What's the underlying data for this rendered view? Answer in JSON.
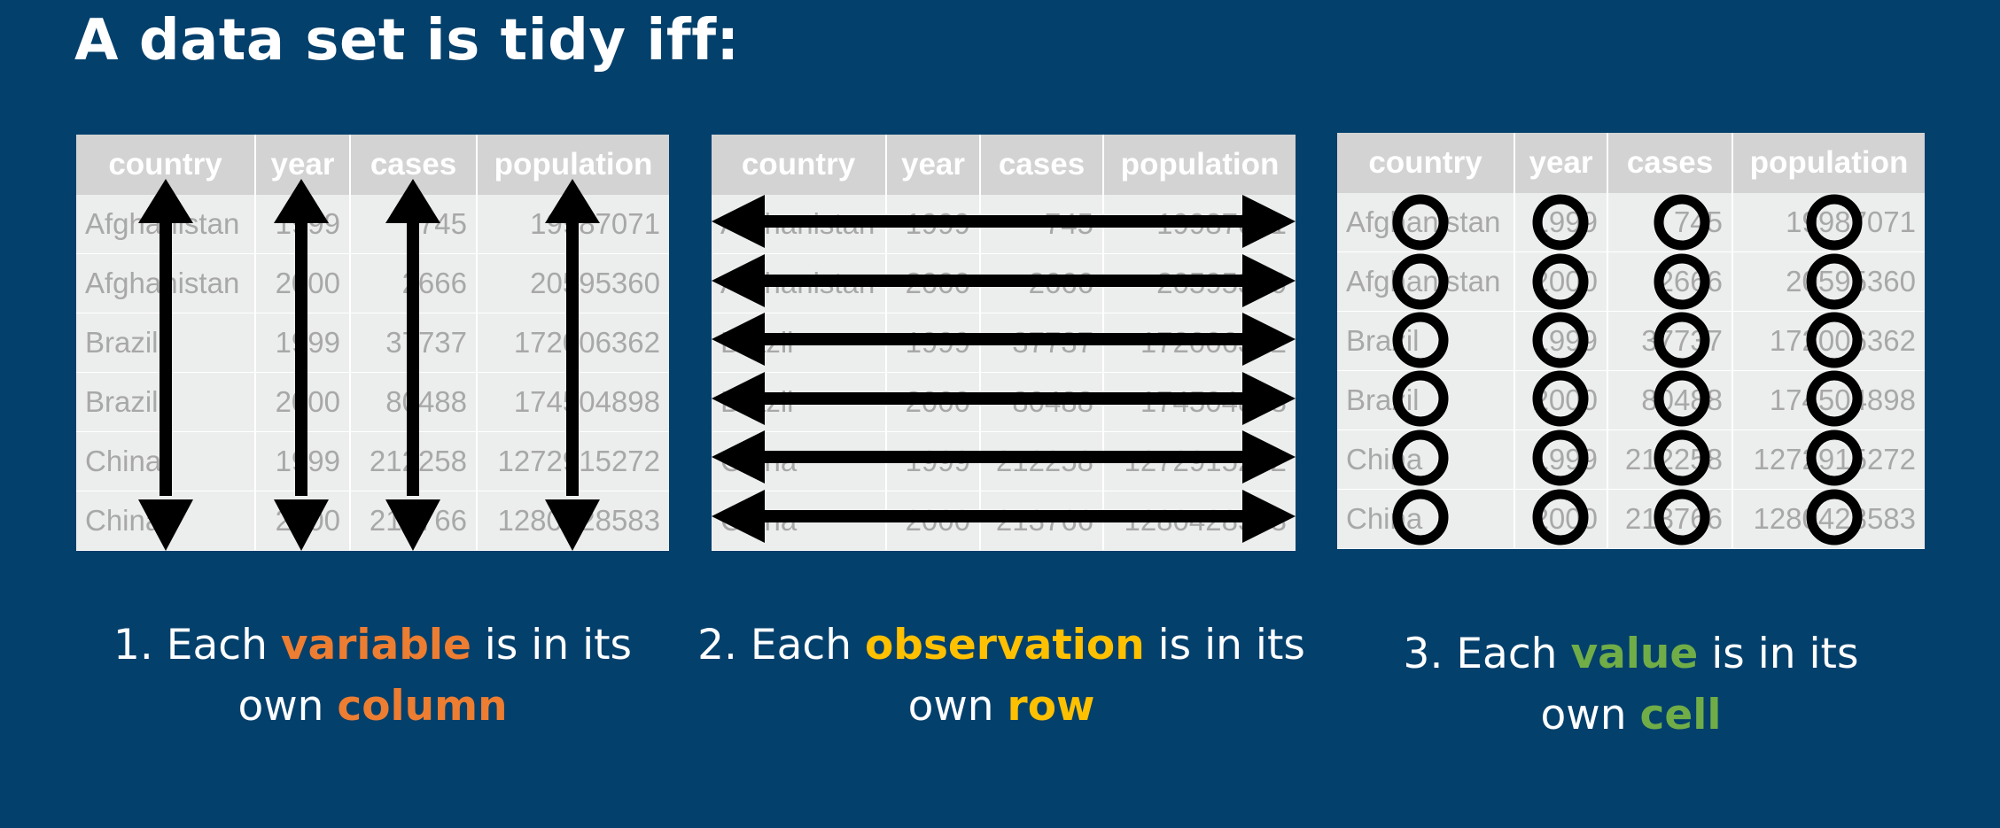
{
  "title": "A data set is tidy iff:",
  "table": {
    "columns": [
      "country",
      "year",
      "cases",
      "population"
    ],
    "rows": [
      [
        "Afghanistan",
        "1999",
        "745",
        "19987071"
      ],
      [
        "Afghanistan",
        "2000",
        "2666",
        "20595360"
      ],
      [
        "Brazil",
        "1999",
        "37737",
        "172006362"
      ],
      [
        "Brazil",
        "2000",
        "80488",
        "174504898"
      ],
      [
        "China",
        "1999",
        "212258",
        "1272915272"
      ],
      [
        "China",
        "2000",
        "213766",
        "1280428583"
      ]
    ]
  },
  "captions": [
    {
      "number": "1.",
      "prefix": "Each",
      "term": "variable",
      "middle": "is in its",
      "own": "own",
      "target": "column",
      "color": "#ed7d31"
    },
    {
      "number": "2.",
      "prefix": "Each",
      "term": "observation",
      "middle": "is in its",
      "own": "own",
      "target": "row",
      "color": "#ffc000"
    },
    {
      "number": "3.",
      "prefix": "Each",
      "term": "value",
      "middle": "is in its",
      "own": "own",
      "target": "cell",
      "color": "#70ad47"
    }
  ],
  "colors": {
    "background": "#04406c",
    "table_header": "#d3d3d3",
    "table_body": "#eceeed",
    "table_text": "#a8a8a8",
    "marks": "#000000"
  },
  "icons": [
    "vertical-double-arrow",
    "horizontal-double-arrow",
    "circle-ring"
  ]
}
